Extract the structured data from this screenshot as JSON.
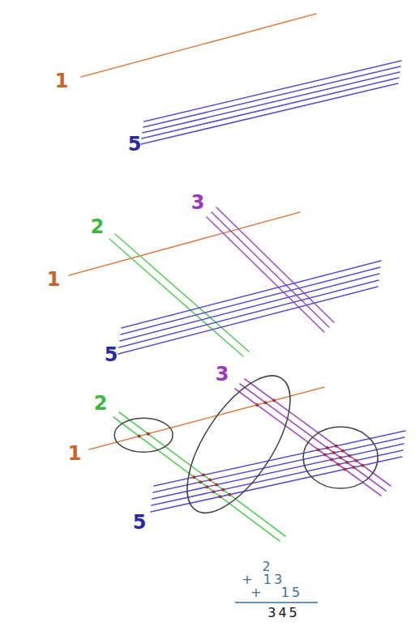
{
  "diagram": {
    "labels": [
      "1",
      "5",
      "2",
      "3",
      "1",
      "5",
      "2",
      "3",
      "1",
      "5",
      "2",
      "+",
      "13",
      "+",
      "15",
      "345"
    ]
  }
}
